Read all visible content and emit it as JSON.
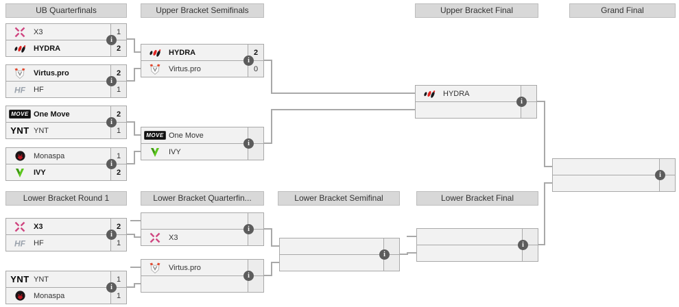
{
  "headers": {
    "ub_qf": "UB Quarterfinals",
    "ub_sf": "Upper Bracket Semifinals",
    "ub_final": "Upper Bracket Final",
    "grand_final": "Grand Final",
    "lb_r1": "Lower Bracket Round 1",
    "lb_qf": "Lower Bracket Quarterfin...",
    "lb_sf": "Lower Bracket Semifinal",
    "lb_final": "Lower Bracket Final"
  },
  "icons": {
    "info_glyph": "i",
    "onemove_badge_text": "MOVE",
    "ynt_logo_text": "YNT",
    "colors": {
      "x3_pink": "#cf4680",
      "hydra_red": "#e02421",
      "vp_red": "#e2492f",
      "ivy_green": "#5cc61e",
      "monaspa_red": "#c01722",
      "connector_gray": "#a8a8a8",
      "box_bg": "#f2f2f2",
      "header_bg": "#d8d8d8"
    }
  },
  "matches": {
    "ub_qf_1": {
      "slots": [
        {
          "team": "X3",
          "icon": "x3-logo",
          "score": "1",
          "winner": false
        },
        {
          "team": "HYDRA",
          "icon": "hydra-logo",
          "score": "2",
          "winner": true
        }
      ]
    },
    "ub_qf_2": {
      "slots": [
        {
          "team": "Virtus.pro",
          "icon": "virtuspro-logo",
          "score": "2",
          "winner": true
        },
        {
          "team": "HF",
          "icon": "hf-logo",
          "score": "1",
          "winner": false
        }
      ]
    },
    "ub_qf_3": {
      "slots": [
        {
          "team": "One Move",
          "icon": "onemove-logo",
          "score": "2",
          "winner": true
        },
        {
          "team": "YNT",
          "icon": "ynt-logo",
          "score": "1",
          "winner": false
        }
      ]
    },
    "ub_qf_4": {
      "slots": [
        {
          "team": "Monaspa",
          "icon": "monaspa-logo",
          "score": "1",
          "winner": false
        },
        {
          "team": "IVY",
          "icon": "ivy-logo",
          "score": "2",
          "winner": true
        }
      ]
    },
    "ub_sf_1": {
      "slots": [
        {
          "team": "HYDRA",
          "icon": "hydra-logo",
          "score": "2",
          "winner": true
        },
        {
          "team": "Virtus.pro",
          "icon": "virtuspro-logo",
          "score": "0",
          "winner": false
        }
      ]
    },
    "ub_sf_2": {
      "slots": [
        {
          "team": "One Move",
          "icon": "onemove-logo",
          "score": "",
          "winner": false
        },
        {
          "team": "IVY",
          "icon": "ivy-logo",
          "score": "",
          "winner": false
        }
      ]
    },
    "ub_final": {
      "slots": [
        {
          "team": "HYDRA",
          "icon": "hydra-logo",
          "score": "",
          "winner": false
        },
        {
          "team": "",
          "icon": "",
          "score": "",
          "winner": false
        }
      ]
    },
    "grand_final": {
      "slots": [
        {
          "team": "",
          "icon": "",
          "score": "",
          "winner": false
        },
        {
          "team": "",
          "icon": "",
          "score": "",
          "winner": false
        }
      ]
    },
    "lb_r1_1": {
      "slots": [
        {
          "team": "X3",
          "icon": "x3-logo",
          "score": "2",
          "winner": true
        },
        {
          "team": "HF",
          "icon": "hf-logo",
          "score": "1",
          "winner": false
        }
      ]
    },
    "lb_r1_2": {
      "slots": [
        {
          "team": "YNT",
          "icon": "ynt-logo",
          "score": "1",
          "winner": false
        },
        {
          "team": "Monaspa",
          "icon": "monaspa-logo",
          "score": "1",
          "winner": false
        }
      ]
    },
    "lb_qf_1": {
      "slots": [
        {
          "team": "",
          "icon": "",
          "score": "",
          "winner": false
        },
        {
          "team": "X3",
          "icon": "x3-logo",
          "score": "",
          "winner": false
        }
      ]
    },
    "lb_qf_2": {
      "slots": [
        {
          "team": "Virtus.pro",
          "icon": "virtuspro-logo",
          "score": "",
          "winner": false
        },
        {
          "team": "",
          "icon": "",
          "score": "",
          "winner": false
        }
      ]
    },
    "lb_sf": {
      "slots": [
        {
          "team": "",
          "icon": "",
          "score": "",
          "winner": false
        },
        {
          "team": "",
          "icon": "",
          "score": "",
          "winner": false
        }
      ]
    },
    "lb_final": {
      "slots": [
        {
          "team": "",
          "icon": "",
          "score": "",
          "winner": false
        },
        {
          "team": "",
          "icon": "",
          "score": "",
          "winner": false
        }
      ]
    }
  }
}
